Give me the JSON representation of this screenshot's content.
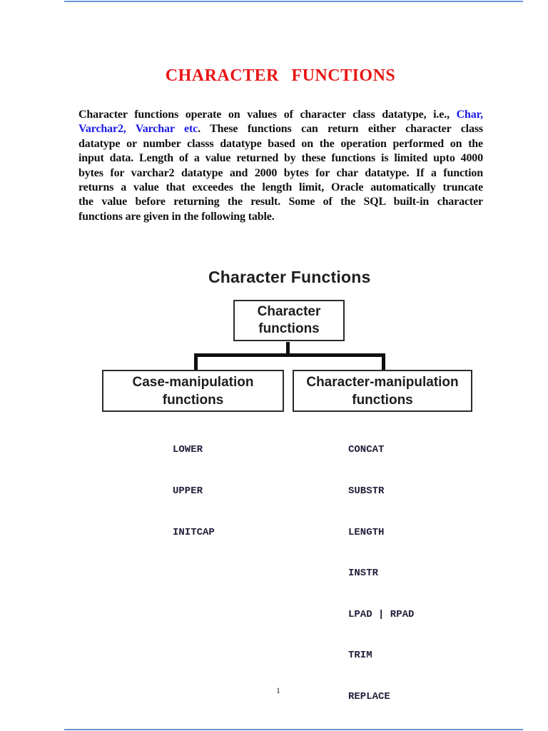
{
  "page": {
    "title": "CHARACTER FUNCTIONS",
    "page_number": "1"
  },
  "colors": {
    "title_red": "#e81414",
    "keyword_blue": "#1a1ae8",
    "edge_line_blue": "#6a93d8",
    "box_border": "#2b2b2b",
    "connector_black": "#0f0f0f"
  },
  "paragraph": {
    "lines": [
      {
        "segments": [
          {
            "text": "Character functions operate on values of character class datatype, i.e., "
          },
          {
            "text": "Char,",
            "style": "blue"
          }
        ]
      },
      {
        "segments": [
          {
            "text": "Varchar2, Varchar etc",
            "style": "blue"
          },
          {
            "text": ". These functions can return either character class"
          }
        ]
      },
      {
        "segments": [
          {
            "text": "datatype or number classs datatype based on the operation performed on the"
          }
        ]
      },
      {
        "segments": [
          {
            "text": "input data. Length of a value returned by these functions is limited upto 4000"
          }
        ]
      },
      {
        "segments": [
          {
            "text": "bytes for varchar2 datatype and 2000 bytes for char datatype. If a function"
          }
        ]
      },
      {
        "segments": [
          {
            "text": "returns a value that exceedes the length limit, Oracle automatically truncate"
          }
        ]
      },
      {
        "segments": [
          {
            "text": "the value before returning the result. Some of the SQL built-in character"
          }
        ]
      },
      {
        "segments": [
          {
            "text": "functions are given in the following table."
          }
        ]
      }
    ]
  },
  "diagram": {
    "title": "Character Functions",
    "root_box": "Character functions",
    "case_box": "Case-manipulation functions",
    "char_box": "Character-manipulation functions",
    "case_functions": [
      "LOWER",
      "UPPER",
      "INITCAP"
    ],
    "char_functions": [
      "CONCAT",
      "SUBSTR",
      "LENGTH",
      "INSTR",
      "LPAD | RPAD",
      "TRIM",
      "REPLACE"
    ]
  }
}
